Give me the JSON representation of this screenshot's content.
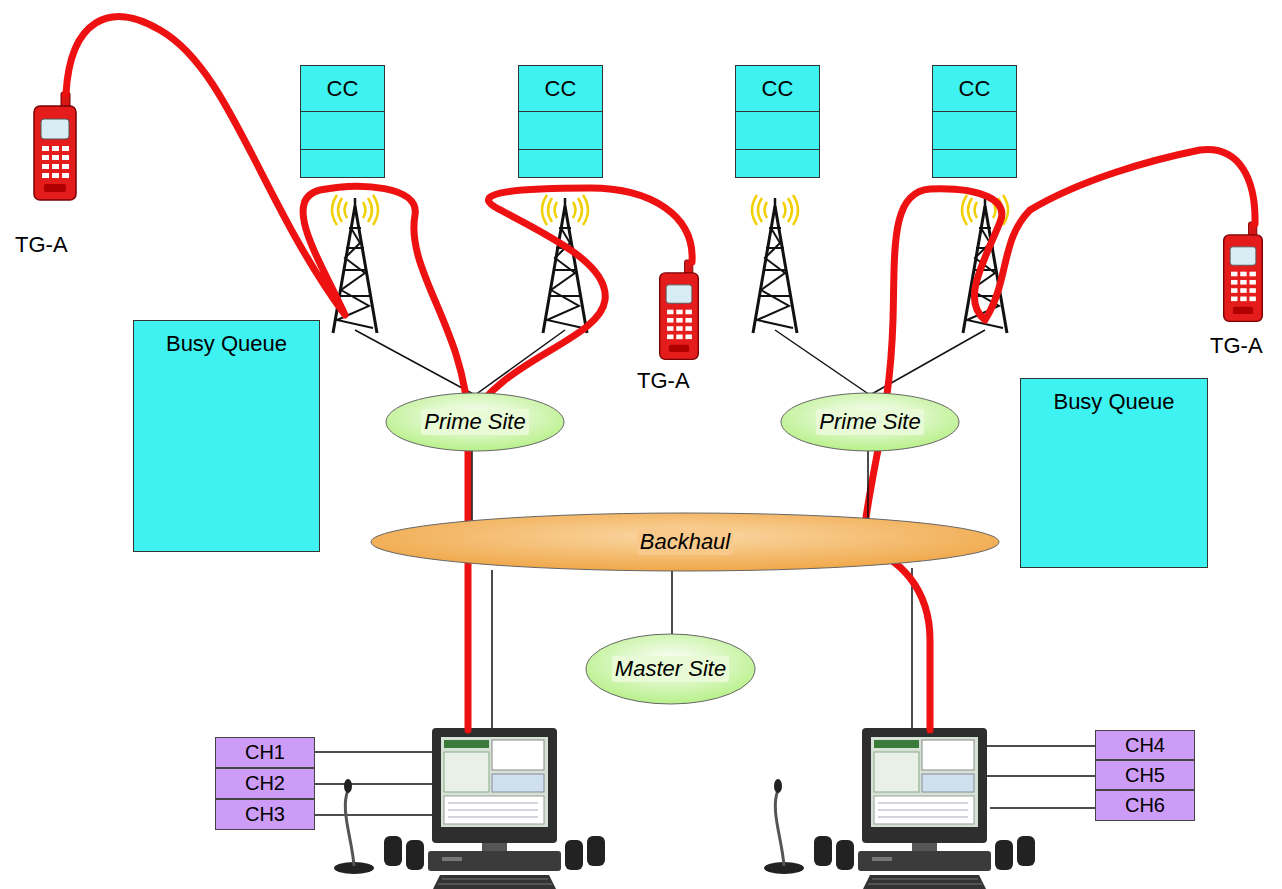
{
  "diagram": {
    "nodes": [
      {
        "text": [
          "CC"
        ]
      },
      {
        "text": [
          "CC"
        ]
      },
      {
        "text": [
          "CC"
        ]
      },
      {
        "text": [
          "CC"
        ]
      },
      {
        "text": [
          "Prime Site"
        ]
      },
      {
        "text": [
          "Prime Site"
        ]
      },
      {
        "text": [
          "Busy Queue"
        ]
      },
      {
        "text": [
          "Busy Queue"
        ]
      },
      {
        "text": [
          "Backhaul"
        ]
      },
      {
        "text": [
          "Master Site"
        ]
      },
      {
        "text": [
          "CH1"
        ]
      },
      {
        "text": [
          "CH2"
        ]
      },
      {
        "text": [
          "CH3"
        ]
      },
      {
        "text": [
          "CH4"
        ]
      },
      {
        "text": [
          "CH5"
        ]
      },
      {
        "text": [
          "CH6"
        ]
      }
    ],
    "edges": [
      {
        "from": 4,
        "to": 8,
        "arrow": "none"
      },
      {
        "from": 5,
        "to": 8,
        "arrow": "none"
      },
      {
        "from": 9,
        "to": 8,
        "arrow": "none"
      }
    ],
    "labels": [
      "TG-A",
      "TG-A",
      "TG-A"
    ]
  }
}
